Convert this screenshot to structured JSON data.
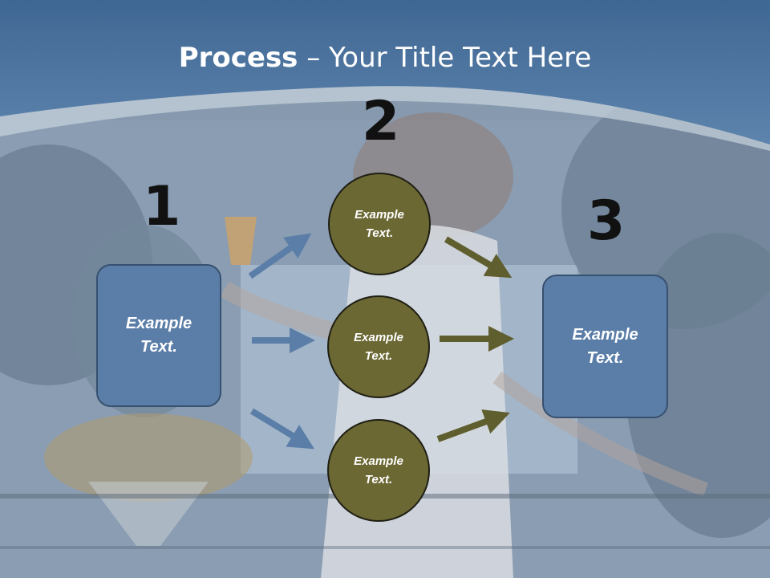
{
  "title": {
    "bold": "Process",
    "rest": " – Your Title Text Here"
  },
  "steps": [
    {
      "number": "1",
      "text": "Example Text."
    },
    {
      "number": "2"
    },
    {
      "number": "3",
      "text": "Example Text."
    }
  ],
  "circles": [
    {
      "text": "Example Text."
    },
    {
      "text": "Example Text."
    },
    {
      "text": "Example Text."
    }
  ],
  "colors": {
    "header": "#4f77a4",
    "box": "#5b7ea8",
    "circle": "#6b6834",
    "blue_arrow": "#5b7ea8",
    "olive_arrow": "#5f5e2e"
  }
}
